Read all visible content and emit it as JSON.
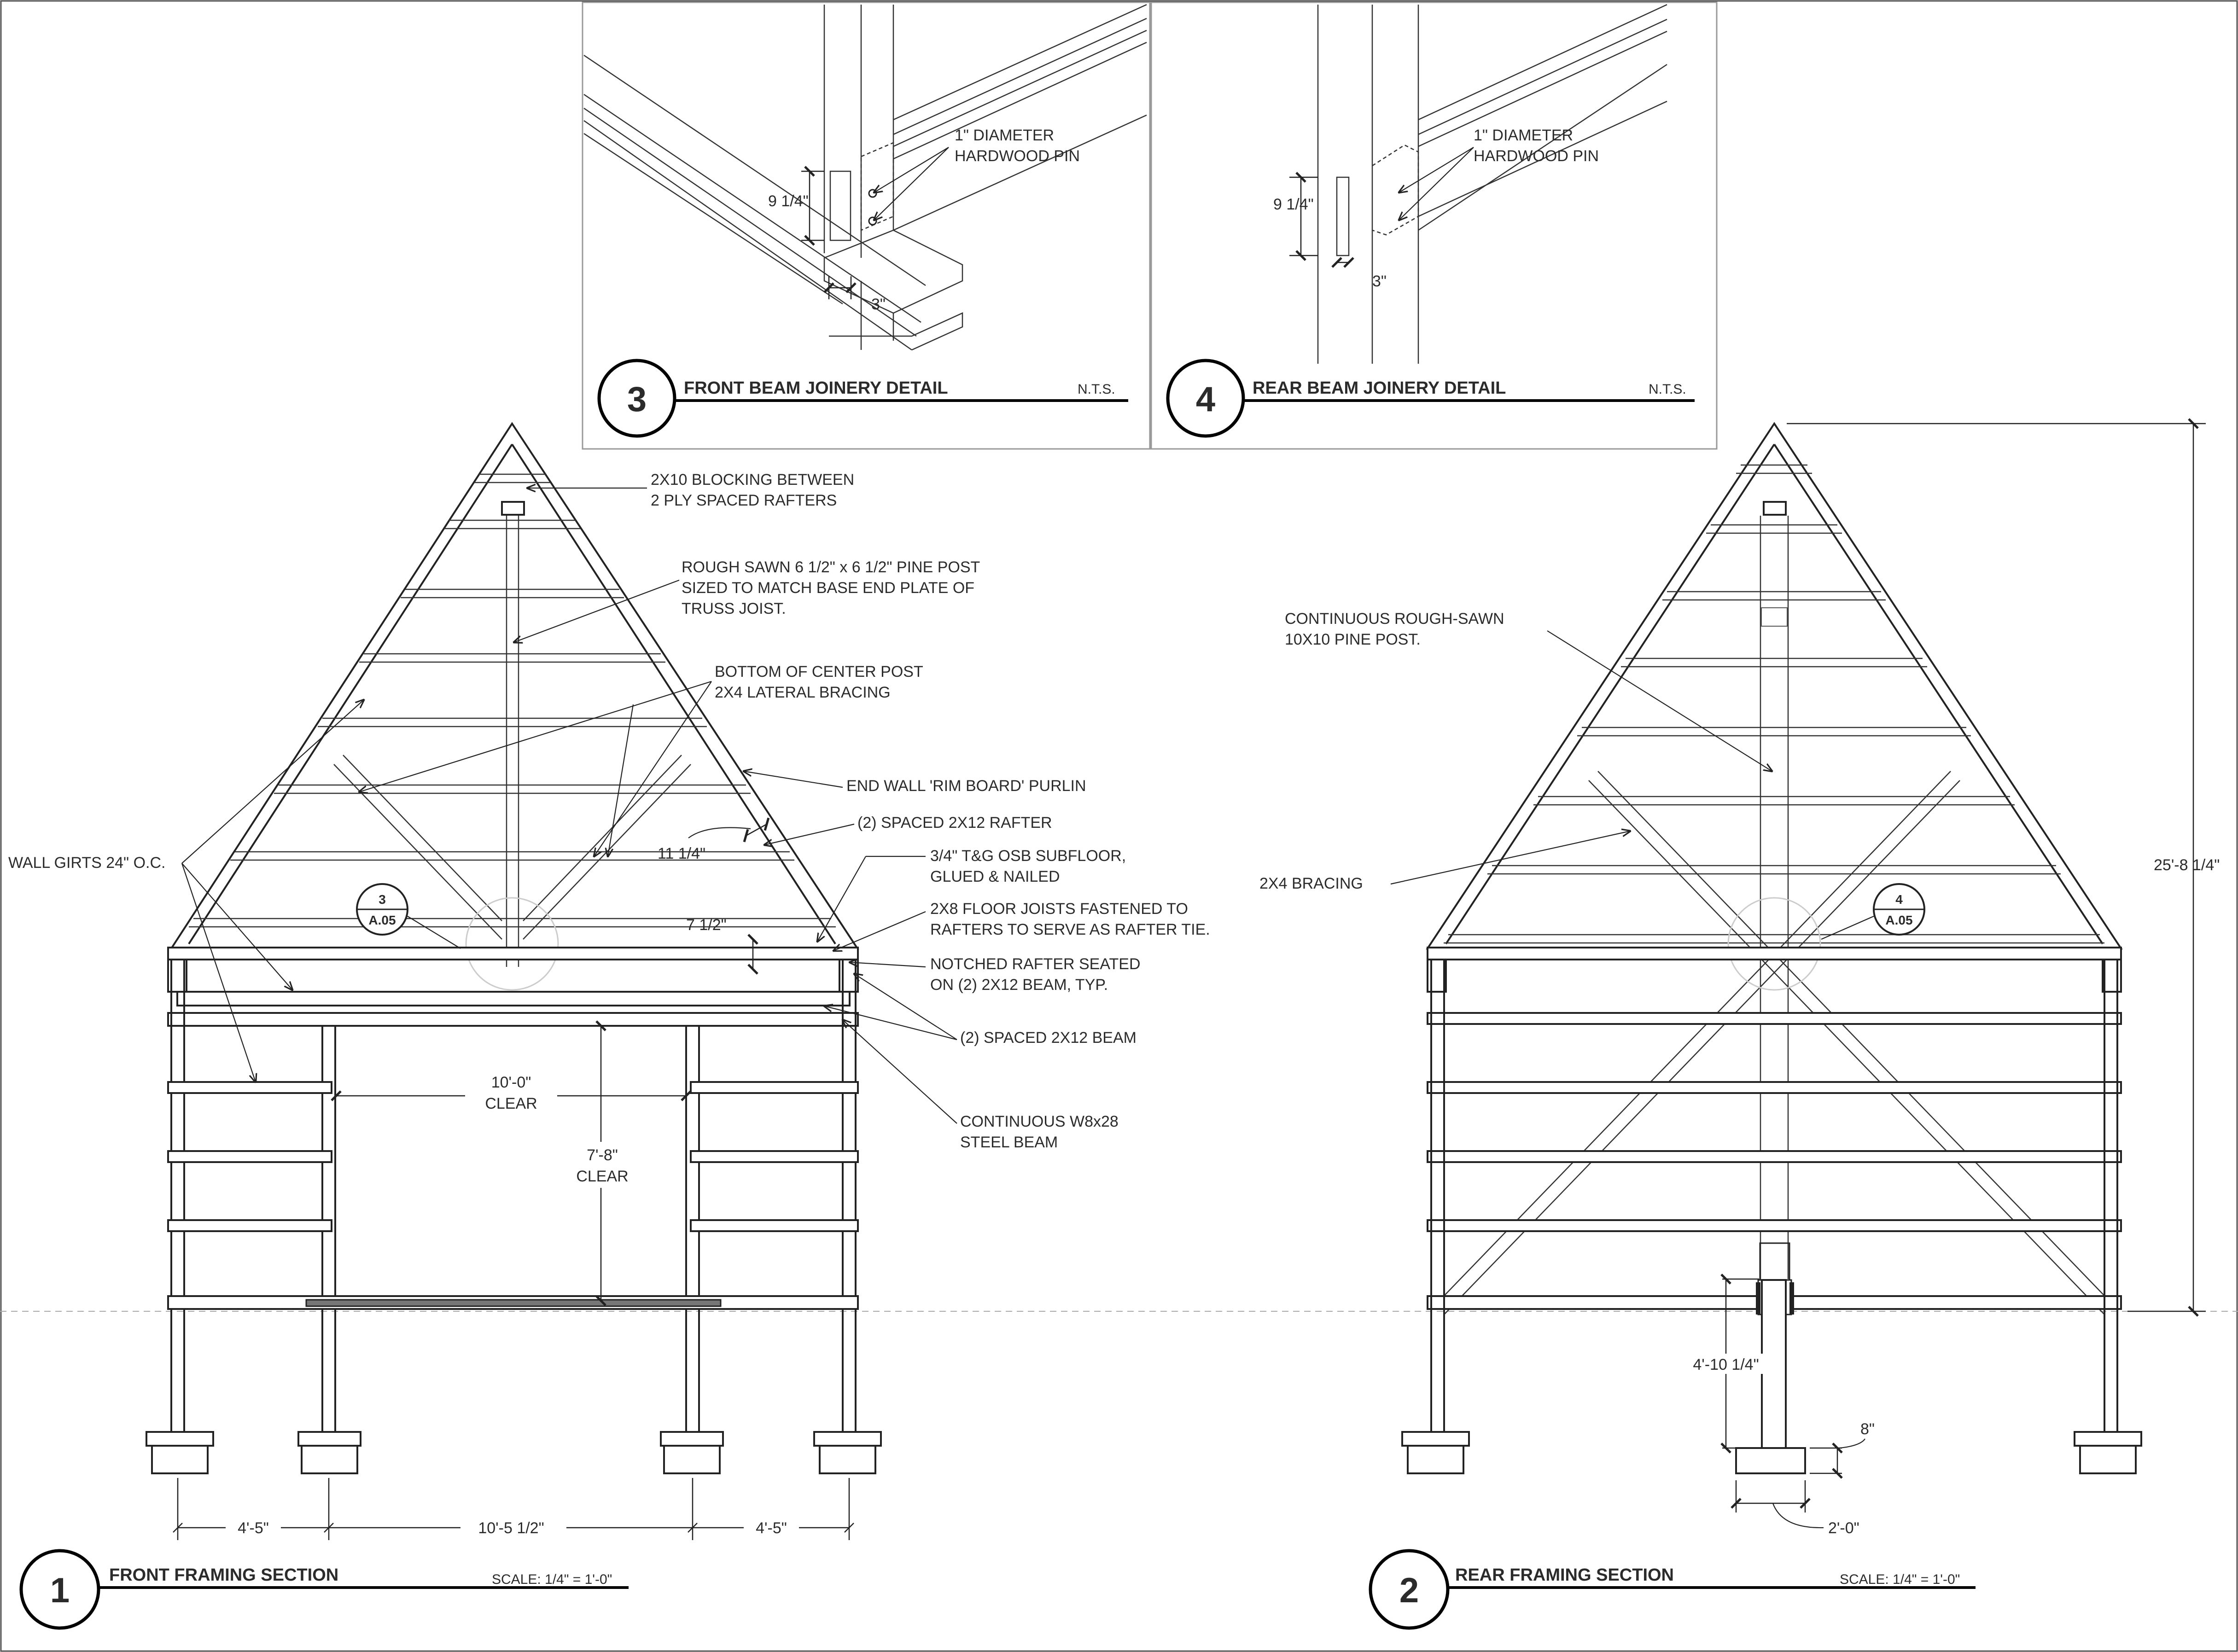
{
  "details": {
    "d3": {
      "number": "3",
      "title": "FRONT BEAM JOINERY DETAIL",
      "scale": "N.T.S.",
      "pin_line1": "1\" DIAMETER",
      "pin_line2": "HARDWOOD PIN",
      "dim_height": "9 1/4\"",
      "dim_width": "3\""
    },
    "d4": {
      "number": "4",
      "title": "REAR BEAM JOINERY DETAIL",
      "scale": "N.T.S.",
      "pin_line1": "1\" DIAMETER",
      "pin_line2": "HARDWOOD PIN",
      "dim_height": "9 1/4\"",
      "dim_width": "3\""
    }
  },
  "front_section": {
    "number": "1",
    "title": "FRONT FRAMING SECTION",
    "scale": "SCALE: 1/4\" = 1'-0\"",
    "callouts": {
      "blocking_1": "2X10 BLOCKING BETWEEN",
      "blocking_2": "2 PLY SPACED RAFTERS",
      "post_1": "ROUGH SAWN 6 1/2\" x 6 1/2\" PINE POST",
      "post_2": "SIZED TO MATCH BASE END PLATE OF",
      "post_3": "TRUSS JOIST.",
      "bottom_post_1": "BOTTOM OF CENTER POST",
      "bottom_post_2": "2X4 LATERAL BRACING",
      "purlin": "END WALL 'RIM BOARD' PURLIN",
      "rafter": "(2) SPACED 2X12 RAFTER",
      "subfloor_1": "3/4\" T&G OSB SUBFLOOR,",
      "subfloor_2": "GLUED & NAILED",
      "joists_1": "2X8 FLOOR JOISTS FASTENED TO",
      "joists_2": "RAFTERS TO SERVE AS RAFTER TIE.",
      "notched_1": "NOTCHED RAFTER SEATED",
      "notched_2": "ON (2) 2X12 BEAM, TYP.",
      "beam": "(2) SPACED 2X12 BEAM",
      "steel_1": "CONTINUOUS W8x28",
      "steel_2": "STEEL BEAM",
      "girts": "WALL GIRTS 24\" O.C."
    },
    "dims": {
      "rafter_depth": "11 1/4\"",
      "joist_depth": "7 1/2\"",
      "opening_width_1": "10'-0\"",
      "opening_width_2": "CLEAR",
      "opening_height_1": "7'-8\"",
      "opening_height_2": "CLEAR",
      "bay_left": "4'-5\"",
      "bay_center": "10'-5 1/2\"",
      "bay_right": "4'-5\""
    },
    "detail_tag": {
      "number": "3",
      "sheet": "A.05"
    }
  },
  "rear_section": {
    "number": "2",
    "title": "REAR FRAMING SECTION",
    "scale": "SCALE: 1/4\" = 1'-0\"",
    "callouts": {
      "post_1": "CONTINUOUS ROUGH-SAWN",
      "post_2": "10X10 PINE POST.",
      "bracing": "2X4 BRACING"
    },
    "dims": {
      "overall_height": "25'-8 1/4\"",
      "pier_height": "4'-10 1/4\"",
      "footing_depth": "8\"",
      "footing_width": "2'-0\""
    },
    "detail_tag": {
      "number": "4",
      "sheet": "A.05"
    }
  }
}
